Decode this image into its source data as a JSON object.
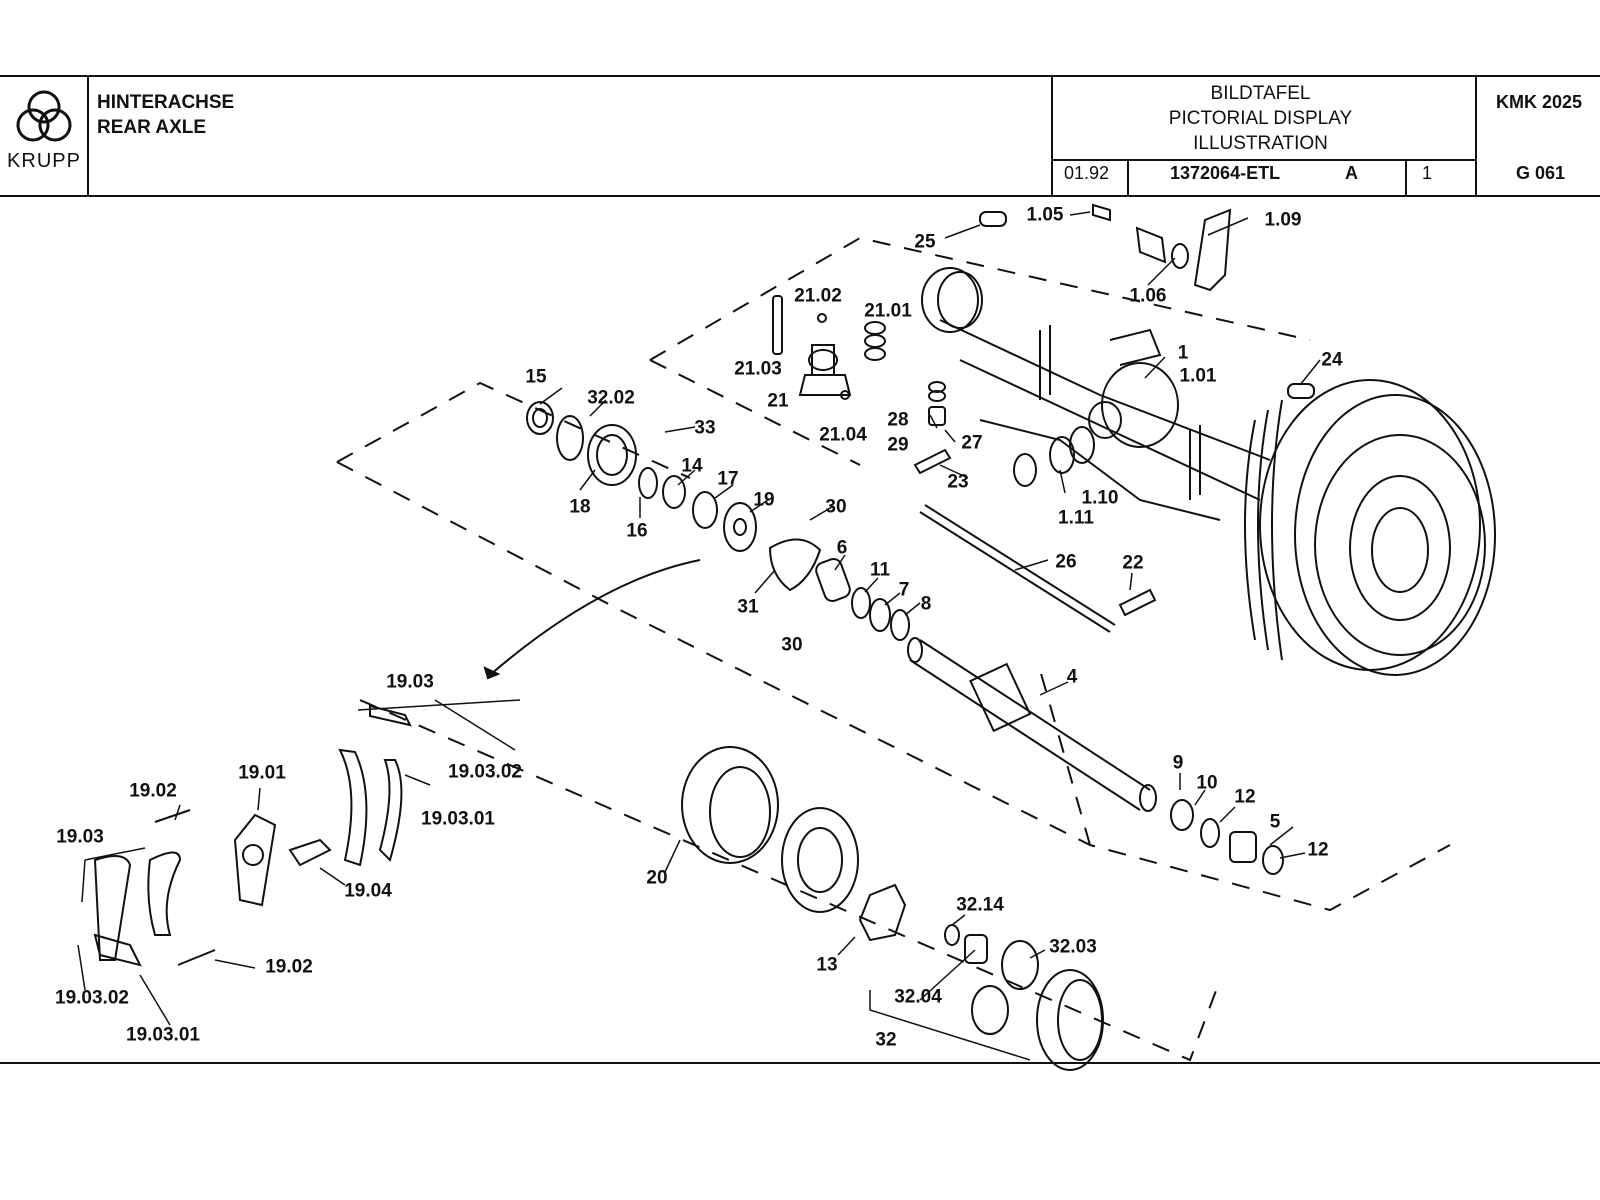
{
  "header": {
    "logo_text": "KRUPP",
    "title_de": "HINTERACHSE",
    "title_en": "REAR AXLE",
    "display_lines": [
      "BILDTAFEL",
      "PICTORIAL DISPLAY",
      "ILLUSTRATION"
    ],
    "model": "KMK 2025",
    "date": "01.92",
    "part_number": "1372064-ETL",
    "revision": "A",
    "sheet": "1",
    "page_code": "G 061"
  },
  "callouts": [
    "1.05",
    "1.09",
    "1.06",
    "25",
    "21.02",
    "21.01",
    "21.03",
    "21",
    "21.04",
    "15",
    "32.02",
    "33",
    "18",
    "14",
    "16",
    "17",
    "19",
    "30",
    "6",
    "31",
    "30",
    "11",
    "7",
    "8",
    "28",
    "29",
    "27",
    "23",
    "1",
    "1.01",
    "24",
    "1.10",
    "1.11",
    "26",
    "22",
    "4",
    "9",
    "10",
    "12",
    "5",
    "12",
    "19.03",
    "19.03.02",
    "19.01",
    "19.02",
    "19.03",
    "19.03.01",
    "19.04",
    "19.02",
    "19.03.02",
    "19.03.01",
    "20",
    "13",
    "32.14",
    "32.03",
    "32.04",
    "32"
  ]
}
